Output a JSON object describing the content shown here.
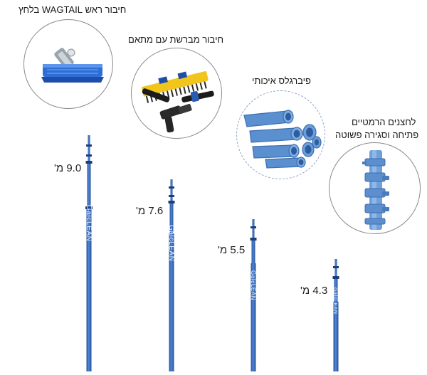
{
  "features": {
    "wagtail_head": {
      "label": "חיבור ראש WAGTAIL בלחץ",
      "icon": "squeegee-head-icon"
    },
    "brush_adapter": {
      "label": "חיבור מברשת עם מתאם",
      "icon": "brush-adapter-icon"
    },
    "carbon_fiber": {
      "label": "פיברגלס איכותי",
      "icon": "fiberglass-tubes-icon"
    },
    "clamps": {
      "label_line1": "לחצנים הרמטיים",
      "label_line2": "פתיחה וסגירה פשוטה",
      "icon": "hermetic-clamps-icon"
    }
  },
  "poles": [
    {
      "length_label": "9.0 מ'",
      "brand": "GalcLEAN"
    },
    {
      "length_label": "7.6 מ'",
      "brand": "GalcLEAN"
    },
    {
      "length_label": "5.5 מ'",
      "brand": "GalcLEAN"
    },
    {
      "length_label": "4.3 מ'",
      "brand": "GalcLEAN"
    }
  ],
  "colors": {
    "pole_blue": "#3b6fc4",
    "pole_dark": "#24509a",
    "tube_blue": "#5a8fd0",
    "squeegee_blue": "#2d6fd6",
    "brush_yellow": "#f2c51c"
  }
}
